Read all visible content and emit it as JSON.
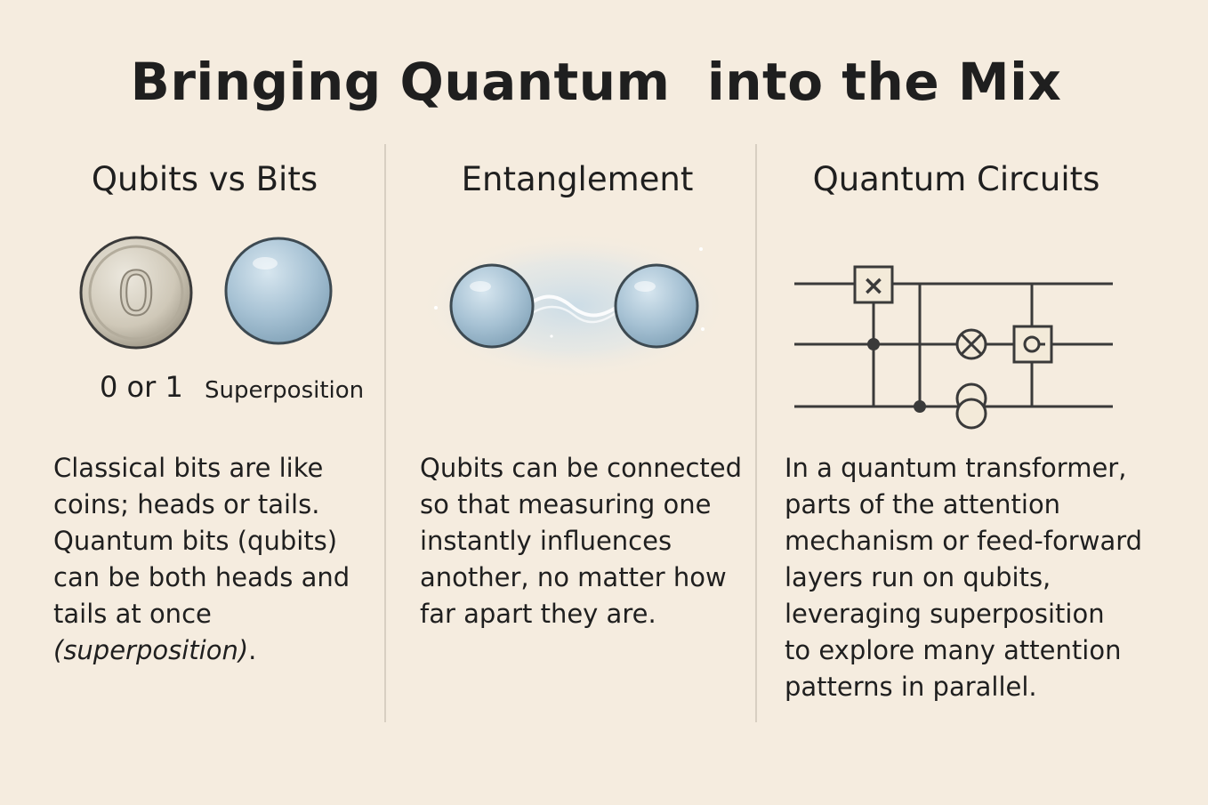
{
  "title": "Bringing Quantum  into the Mix",
  "columns": [
    {
      "heading": "Qubits vs Bits",
      "coin_digit": "0",
      "caption_left": "0 or 1",
      "caption_right": "Superposition",
      "body": "Classical bits are like\ncoins; heads or tails.\nQuantum bits (qubits)\ncan be both heads and\ntails at once",
      "body_italic": "(superposition)",
      "body_end": "."
    },
    {
      "heading": "Entanglement",
      "body": "Qubits can be connected\nso that measuring one\ninstantly influences\nanother, no matter how\nfar apart they are."
    },
    {
      "heading": "Quantum Circuits",
      "gate_x_symbol": "×",
      "body": "In a quantum transformer,\nparts of the attention\nmechanism or feed-forward\nlayers run on qubits,\nleveraging superposition\nto explore many attention\npatterns in parallel."
    }
  ],
  "colors": {
    "background": "#f5ecdf",
    "qubit": "#a9c4d6",
    "coin": "#d9d3c6",
    "line": "#3a3a3a"
  },
  "icons": [
    "coin-icon",
    "qubit-sphere-icon",
    "entangled-qubits-icon",
    "quantum-circuit-icon"
  ]
}
